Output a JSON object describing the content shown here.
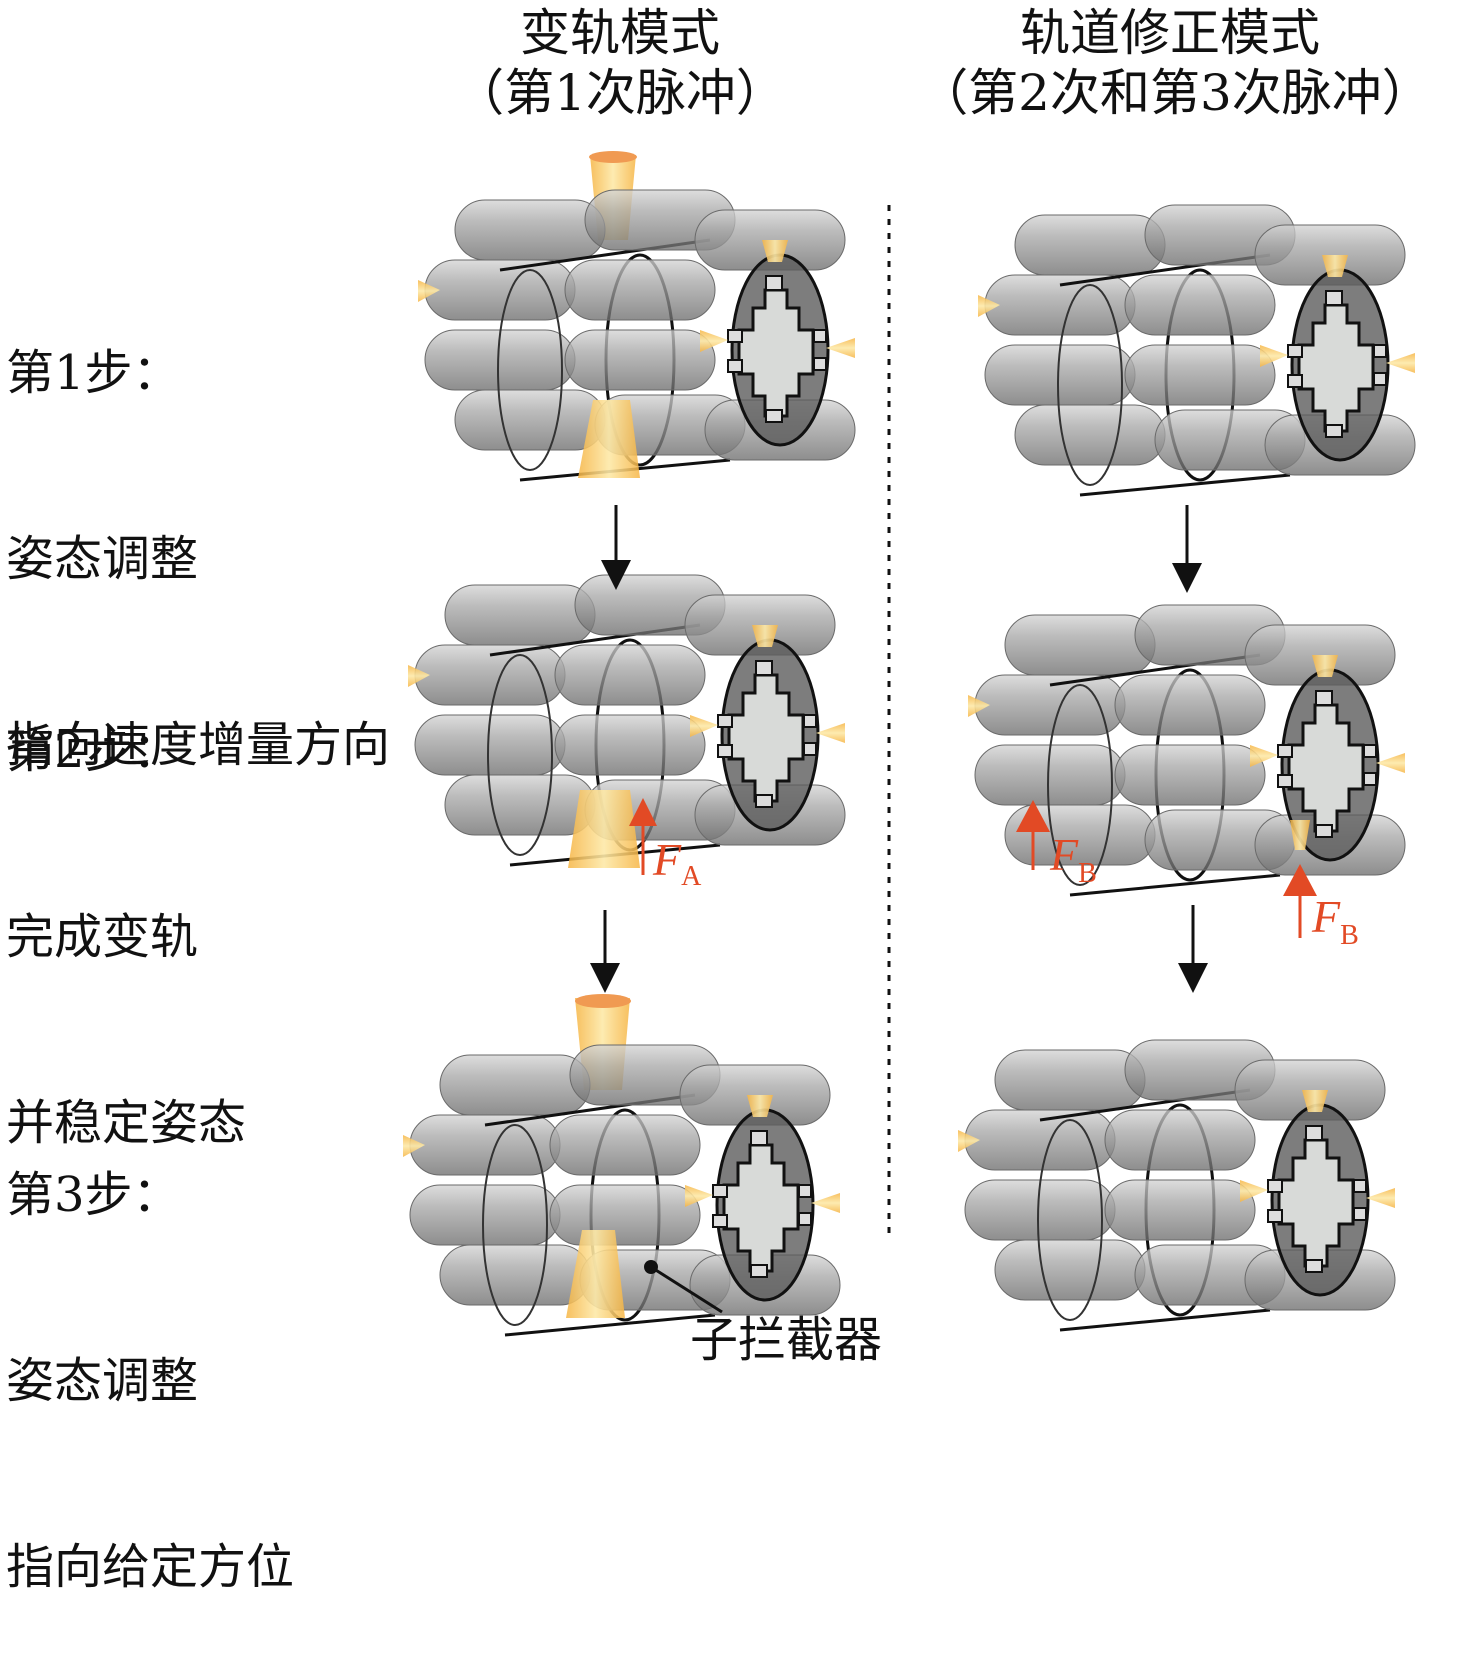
{
  "headers": {
    "left_title": "变轨模式",
    "left_sub": "（第1次脉冲）",
    "right_title": "轨道修正模式",
    "right_sub": "（第2次和第3次脉冲）"
  },
  "steps": [
    {
      "title": "第1步：",
      "lines": [
        "姿态调整",
        "指向速度增量方向"
      ]
    },
    {
      "title": "第2步：",
      "lines": [
        "完成变轨",
        "并稳定姿态"
      ]
    },
    {
      "title": "第3步：",
      "lines": [
        "姿态调整",
        "指向给定方位"
      ]
    }
  ],
  "forces": {
    "fa": {
      "symbol": "F",
      "sub": "A"
    },
    "fb1": {
      "symbol": "F",
      "sub": "B"
    },
    "fb2": {
      "symbol": "F",
      "sub": "B"
    }
  },
  "callout": "子拦截器",
  "colors": {
    "force": "#e24a25",
    "plume": "#f7b94a",
    "tank": "#9b9b9b",
    "face": "#d8dad8"
  }
}
